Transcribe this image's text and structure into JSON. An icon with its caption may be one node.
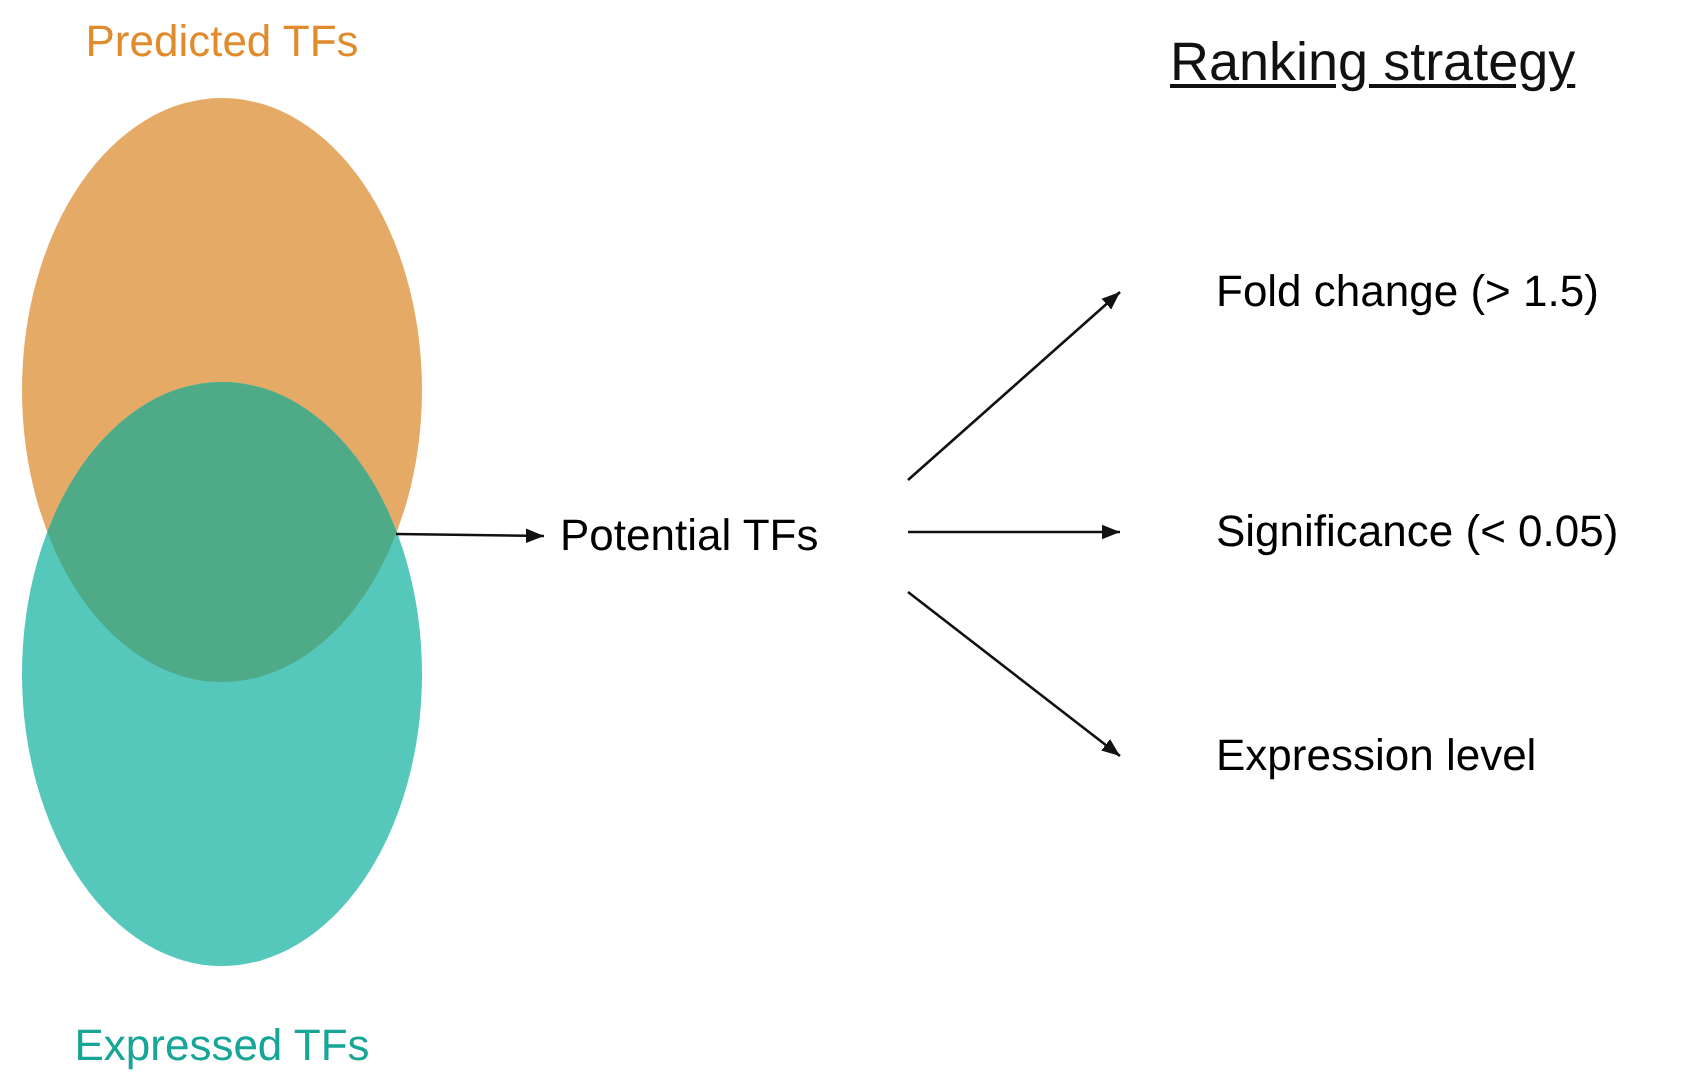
{
  "diagram": {
    "title": "Ranking strategy",
    "nodes": [
      {
        "text": [
          "Predicted TFs"
        ]
      },
      {
        "text": [
          "Expressed TFs"
        ]
      },
      {
        "text": [],
        "shape": "lens"
      },
      {
        "text": [
          "Potential TFs"
        ]
      },
      {
        "text": [
          "Fold change (> 1.5)"
        ]
      },
      {
        "text": [
          "Significance (< 0.05)"
        ]
      },
      {
        "text": [
          "Expression level"
        ]
      }
    ],
    "edges": [
      {
        "from": 2,
        "to": 3,
        "arrow": "to"
      },
      {
        "from": 3,
        "to": 4,
        "arrow": "to"
      },
      {
        "from": 3,
        "to": 5,
        "arrow": "to"
      },
      {
        "from": 3,
        "to": 6,
        "arrow": "to"
      }
    ]
  }
}
